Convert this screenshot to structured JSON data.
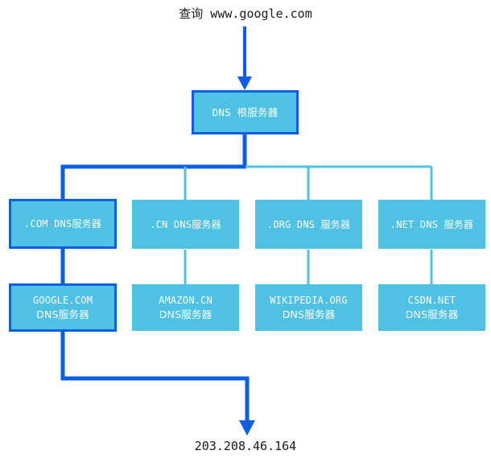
{
  "diagram": {
    "title_prefix": "查询",
    "title_url": "www.google.com",
    "result_ip": "203.208.46.164",
    "colors": {
      "node_fill": "#4FC1E4",
      "highlight_stroke": "#0B5FE0",
      "wire_cyan": "#4FC1E4",
      "wire_blue": "#0B5FE0",
      "text_dark": "#1a1a1a",
      "node_text": "#ffffff"
    },
    "root": {
      "label": "DNS 根服务器",
      "highlighted": true
    },
    "tld_nodes": [
      {
        "label": ".COM DNS服务器",
        "highlighted": true
      },
      {
        "label": ".CN DNS服务器",
        "highlighted": false
      },
      {
        "label": ".ORG DNS 服务器",
        "highlighted": false
      },
      {
        "label": ".NET DNS 服务器",
        "highlighted": false
      }
    ],
    "authoritative_nodes": [
      {
        "line1": "GOOGLE.COM",
        "line2": "DNS服务器",
        "highlighted": true
      },
      {
        "line1": "AMAZON.CN",
        "line2": "DNS服务器",
        "highlighted": false
      },
      {
        "line1": "WIKIPEDIA.ORG",
        "line2": "DNS服务器",
        "highlighted": false
      },
      {
        "line1": "CSDN.NET",
        "line2": "DNS服务器",
        "highlighted": false
      }
    ]
  }
}
